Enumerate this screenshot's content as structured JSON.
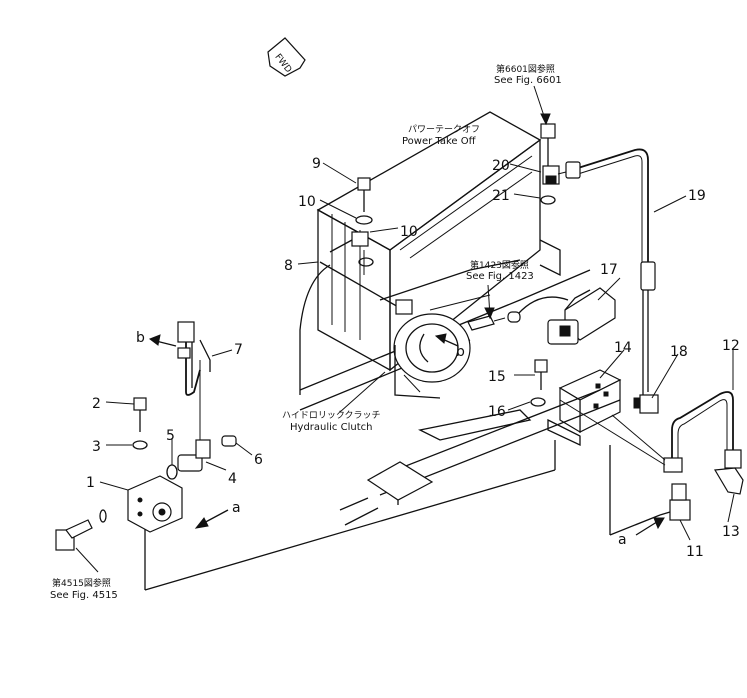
{
  "callouts": {
    "n1": "1",
    "n2": "2",
    "n3": "3",
    "n4": "4",
    "n5": "5",
    "n6": "6",
    "n7": "7",
    "n8": "8",
    "n9": "9",
    "n10a": "10",
    "n10b": "10",
    "n11": "11",
    "n12": "12",
    "n13": "13",
    "n14": "14",
    "n15": "15",
    "n16": "16",
    "n17": "17",
    "n18": "18",
    "n19": "19",
    "n20": "20",
    "n21": "21"
  },
  "markers": {
    "a1": "a",
    "a2": "a",
    "b1": "b",
    "b2": "b"
  },
  "labels": {
    "fwd": "FWD",
    "fig6601_jp": "第6601図参照",
    "fig6601_en": "See Fig. 6601",
    "pto_jp": "パワーテークオフ",
    "pto_en": "Power Take Off",
    "fig1423_jp": "第1423図参照",
    "fig1423_en": "See Fig. 1423",
    "hc_jp": "ハイドロリッククラッチ",
    "hc_en": "Hydraulic Clutch",
    "fig4515_jp": "第4515図参照",
    "fig4515_en": "See Fig. 4515"
  }
}
